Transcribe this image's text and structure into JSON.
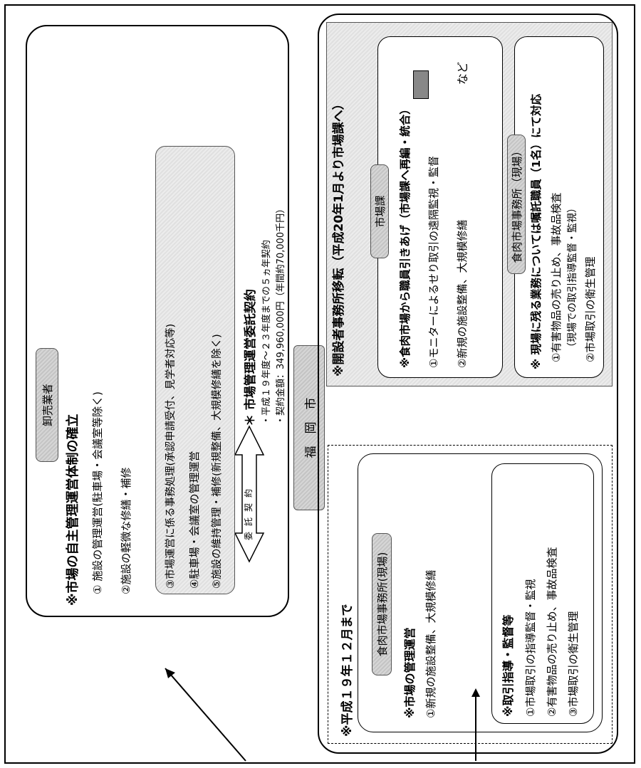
{
  "wholesaler": {
    "title": "卸売業者",
    "heading": "※市場の自主管理運営体制の確立",
    "items": [
      "① 施設の管理運営(駐車場・会議室等除く)",
      "②施設の軽微な修繕・補修",
      "③市場運営に係る事務処理(承認申請受付、見学者対応等)",
      "④駐車場・会議室の管理運営",
      "⑤施設の維持管理・補修(新規整備、大規模修繕を除く)"
    ]
  },
  "contract": {
    "arrow_label": "委託契約",
    "heading": "＊ 市場管理運営委託契約",
    "line1": "・平成１９年度～２３年度までの５ヵ年契約",
    "line2": "・契約金額：349,960,000円（年間約70,000千円）"
  },
  "city": {
    "label": "福　岡　市"
  },
  "before": {
    "heading": "※平成１９年１２月まで",
    "office_title": "食肉市場事務所(現場)",
    "mgmt_heading": "※市場の管理運営",
    "mgmt_items": [
      "①新規の施設整備、大規模修繕"
    ],
    "guide_heading": "※取引指導・監督等",
    "guide_items": [
      "①市場取引の指導監督・監視",
      "②有害物品の売り止め、事故品検査",
      "③市場取引の衛生管理"
    ]
  },
  "after": {
    "heading": "※開設者事務所移転（平成20年1月より市場課へ）",
    "market_section_title": "市場課",
    "reduction_heading": "※食肉市場から職員引きあげ（市場課へ再編・統合）",
    "reduction_items": [
      "①モニターによるせり取引の遠隔監視・監督",
      "②新規の施設整備、大規模修繕"
    ],
    "etc": "など",
    "field_office_title": "食肉市場事務所（現場）",
    "remaining_heading": "※ 現場に残る業務については嘱託職員（1名）にて対応",
    "remaining_items": [
      "①有害物品の売り止め、事故品検査",
      "（現場での取引指導監督・監視）",
      "②市場取引の衛生管理"
    ]
  }
}
